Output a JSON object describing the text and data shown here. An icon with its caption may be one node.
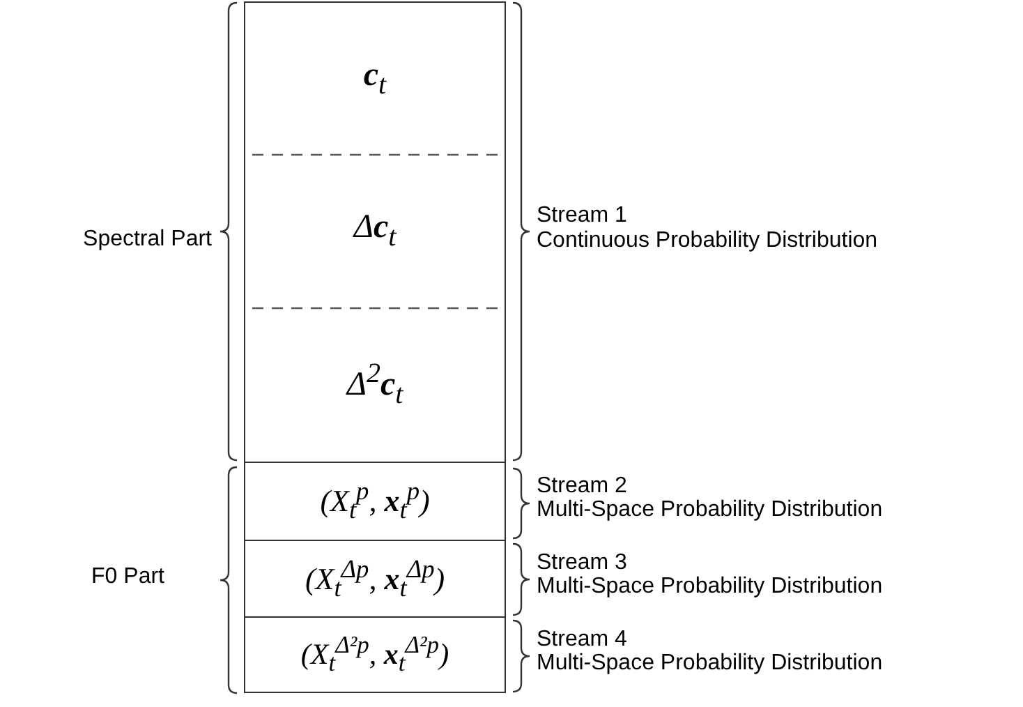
{
  "diagram": {
    "nodes": [
      {
        "text": [
          "**c**$_{t}$"
        ]
      },
      {
        "text": [
          "Δ**c**$_{t}$"
        ]
      },
      {
        "text": [
          "Δ$^{2}$**c**$_{t}$"
        ]
      },
      {
        "text": [
          "(X$_{t}$$^{p}$, **x**$_{t}$$^{p}$)"
        ]
      },
      {
        "text": [
          "(X$_{t}$$^{Δp}$, **x**$_{t}$$^{Δp}$)"
        ]
      },
      {
        "text": [
          "(X$_{t}$$^{Δ²p}$, **x**$_{t}$$^{Δ²p}$)"
        ]
      }
    ],
    "labels": [
      "Spectral Part",
      "Stream 1",
      "Continuous Probability Distribution",
      "Stream 2",
      "Multi-Space Probability Distribution",
      "F0 Part",
      "Stream 3",
      "Multi-Space Probability Distribution",
      "Stream 4",
      "Multi-Space Probability Distribution"
    ]
  }
}
